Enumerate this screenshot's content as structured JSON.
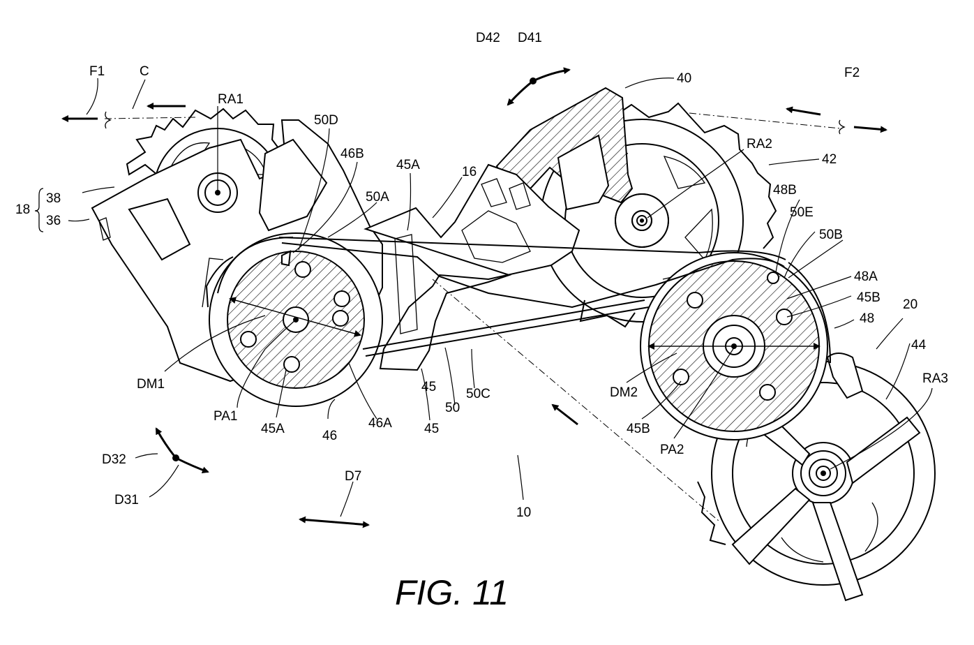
{
  "figure": {
    "caption": "FIG. 11"
  },
  "labels": {
    "F1": "F1",
    "C": "C",
    "RA1": "RA1",
    "L50D": "50D",
    "L46B": "46B",
    "L45A_top": "45A",
    "L16": "16",
    "L50A": "50A",
    "D42": "D42",
    "D41": "D41",
    "L40": "40",
    "F2": "F2",
    "RA2": "RA2",
    "L42": "42",
    "L18": "18",
    "L38": "38",
    "L36": "36",
    "L48B": "48B",
    "L50E": "50E",
    "L50B": "50B",
    "L48A": "48A",
    "L45B_right": "45B",
    "L20": "20",
    "L48": "48",
    "L44": "44",
    "RA3": "RA3",
    "DM1": "DM1",
    "PA1": "PA1",
    "L45A_bottom": "45A",
    "L46": "46",
    "L46A": "46A",
    "L45_a": "45",
    "L50": "50",
    "L50C": "50C",
    "L45_b": "45",
    "DM2": "DM2",
    "L45B_bottom": "45B",
    "PA2": "PA2",
    "D32": "D32",
    "D31": "D31",
    "D7": "D7",
    "L10": "10"
  }
}
